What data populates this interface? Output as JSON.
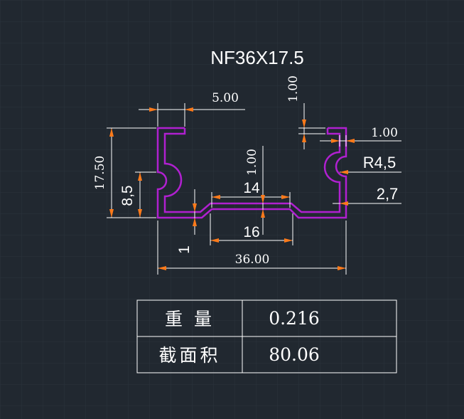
{
  "title": "NF36X17.5",
  "colors": {
    "background": "#212830",
    "grid": "#2b333d",
    "profile": "#b020d0",
    "dimension": "#ffffff",
    "arrow": "#ff7a1a"
  },
  "dimensions": {
    "top_left_width": "5.00",
    "top_lip_thickness": "1.00",
    "right_lip_thickness": "1.00",
    "radius": "R4,5",
    "right_offset": "2,7",
    "total_height": "17.50",
    "groove_height": "8,5",
    "center_thickness": "1.00",
    "top_opening": "14",
    "bottom_flat": "16",
    "bottom_thickness": "1",
    "total_width": "36.00"
  },
  "table": {
    "rows": [
      {
        "label": "重 量",
        "value": "0.216"
      },
      {
        "label": "截面积",
        "value": "80.06"
      }
    ]
  }
}
